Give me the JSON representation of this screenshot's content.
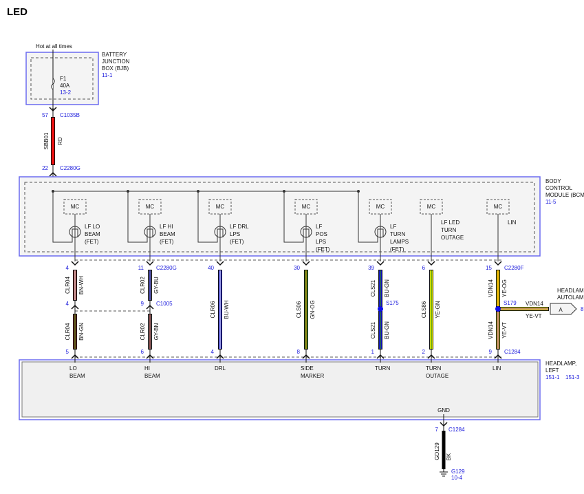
{
  "title": "LED",
  "power": {
    "label": "Hot at all times",
    "bjb": {
      "name_lines": [
        "BATTERY",
        "JUNCTION",
        "BOX (BJB)"
      ],
      "ref": "11-1",
      "fuse": {
        "name": "F1",
        "rating": "40A",
        "ref": "13-2"
      }
    },
    "feed": {
      "top_pin": "57",
      "top_connector": "C1035B",
      "circuit": "SBB01",
      "color": "RD",
      "bottom_pin": "22",
      "bottom_connector": "C2280G"
    }
  },
  "bcm": {
    "name_lines": [
      "BODY",
      "CONTROL",
      "MODULE (BCM)"
    ],
    "ref": "11-5",
    "mc_label": "MC"
  },
  "headlamp": {
    "name_lines": [
      "HEADLAMP,",
      "LEFT"
    ],
    "refs": [
      "151-1",
      "151-3"
    ],
    "gnd_label": "GND",
    "gnd_pin": "7",
    "gnd_connector": "C1284",
    "gnd_circuit": "GD129",
    "gnd_color": "BK",
    "ground": "G129",
    "ground_ref": "10-4"
  },
  "autolamp": {
    "name_lines": [
      "HEADLAMP",
      "AUTOLAMP"
    ],
    "connector": "A",
    "pin": "8",
    "circuit": "VDN14",
    "color": "YE-VT"
  },
  "channels": [
    {
      "bcm_label": [
        "LF LO",
        "BEAM",
        "(FET)"
      ],
      "fet": true,
      "headlamp_label": [
        "LO",
        "BEAM"
      ],
      "top_pin": "4",
      "top_connector": "",
      "mid_pin": "4",
      "mid_connector": "",
      "splice": "",
      "bottom_pin": "5",
      "bottom_connector": "",
      "segments": [
        {
          "circuit": "CLR04",
          "color": "BN-WH"
        },
        {
          "circuit": "CLR04",
          "color": "BN-GN"
        }
      ]
    },
    {
      "bcm_label": [
        "LF HI",
        "BEAM",
        "(FET)"
      ],
      "fet": true,
      "headlamp_label": [
        "HI",
        "BEAM"
      ],
      "top_pin": "11",
      "top_connector": "C2280G",
      "mid_pin": "9",
      "mid_connector": "C1005",
      "splice": "",
      "bottom_pin": "6",
      "bottom_connector": "",
      "segments": [
        {
          "circuit": "CLR02",
          "color": "GY-BU"
        },
        {
          "circuit": "CLR02",
          "color": "GY-BN"
        }
      ]
    },
    {
      "bcm_label": [
        "LF DRL",
        "LPS",
        "(FET)"
      ],
      "fet": true,
      "headlamp_label": [
        "DRL"
      ],
      "top_pin": "40",
      "top_connector": "",
      "mid_pin": "",
      "mid_connector": "",
      "splice": "",
      "bottom_pin": "4",
      "bottom_connector": "",
      "segments": [
        {
          "circuit": "CLR06",
          "color": "BU-WH"
        }
      ]
    },
    {
      "bcm_label": [
        "LF",
        "POS",
        "LPS",
        "(FET)"
      ],
      "fet": true,
      "headlamp_label": [
        "SIDE",
        "MARKER"
      ],
      "top_pin": "30",
      "top_connector": "",
      "mid_pin": "",
      "mid_connector": "",
      "splice": "",
      "bottom_pin": "8",
      "bottom_connector": "",
      "segments": [
        {
          "circuit": "CLS06",
          "color": "GN-OG"
        }
      ]
    },
    {
      "bcm_label": [
        "LF",
        "TURN",
        "LAMPS",
        "(FET)"
      ],
      "fet": true,
      "headlamp_label": [
        "TURN"
      ],
      "top_pin": "39",
      "top_connector": "",
      "mid_pin": "",
      "mid_connector": "",
      "splice": "S175",
      "bottom_pin": "1",
      "bottom_connector": "",
      "segments": [
        {
          "circuit": "CLS21",
          "color": "BU-GN"
        },
        {
          "circuit": "CLS21",
          "color": "BU-GN"
        }
      ]
    },
    {
      "bcm_label": [
        "LF LED",
        "TURN",
        "OUTAGE"
      ],
      "fet": false,
      "headlamp_label": [
        "TURN",
        "OUTAGE"
      ],
      "top_pin": "6",
      "top_connector": "",
      "mid_pin": "",
      "mid_connector": "",
      "splice": "",
      "bottom_pin": "2",
      "bottom_connector": "",
      "segments": [
        {
          "circuit": "CLS86",
          "color": "YE-GN"
        }
      ]
    },
    {
      "bcm_label": [
        "LIN"
      ],
      "fet": false,
      "headlamp_label": [
        "LIN"
      ],
      "top_pin": "15",
      "top_connector": "C2280F",
      "mid_pin": "",
      "mid_connector": "",
      "splice": "S179",
      "bottom_pin": "9",
      "bottom_connector": "C1284",
      "segments": [
        {
          "circuit": "VDN14",
          "color": "YE-OG"
        },
        {
          "circuit": "VDN14",
          "color": "YE-VT"
        }
      ]
    }
  ],
  "wire_colors": {
    "RD": "#ee1111",
    "BN": "#8b1e1e",
    "WH": "#ffffff",
    "GN": "#2e8b1e",
    "GY": "#808080",
    "BU": "#1010c8",
    "OG": "#e07a10",
    "YE": "#e8e800",
    "VT": "#9b30d0",
    "BK": "#000000"
  }
}
